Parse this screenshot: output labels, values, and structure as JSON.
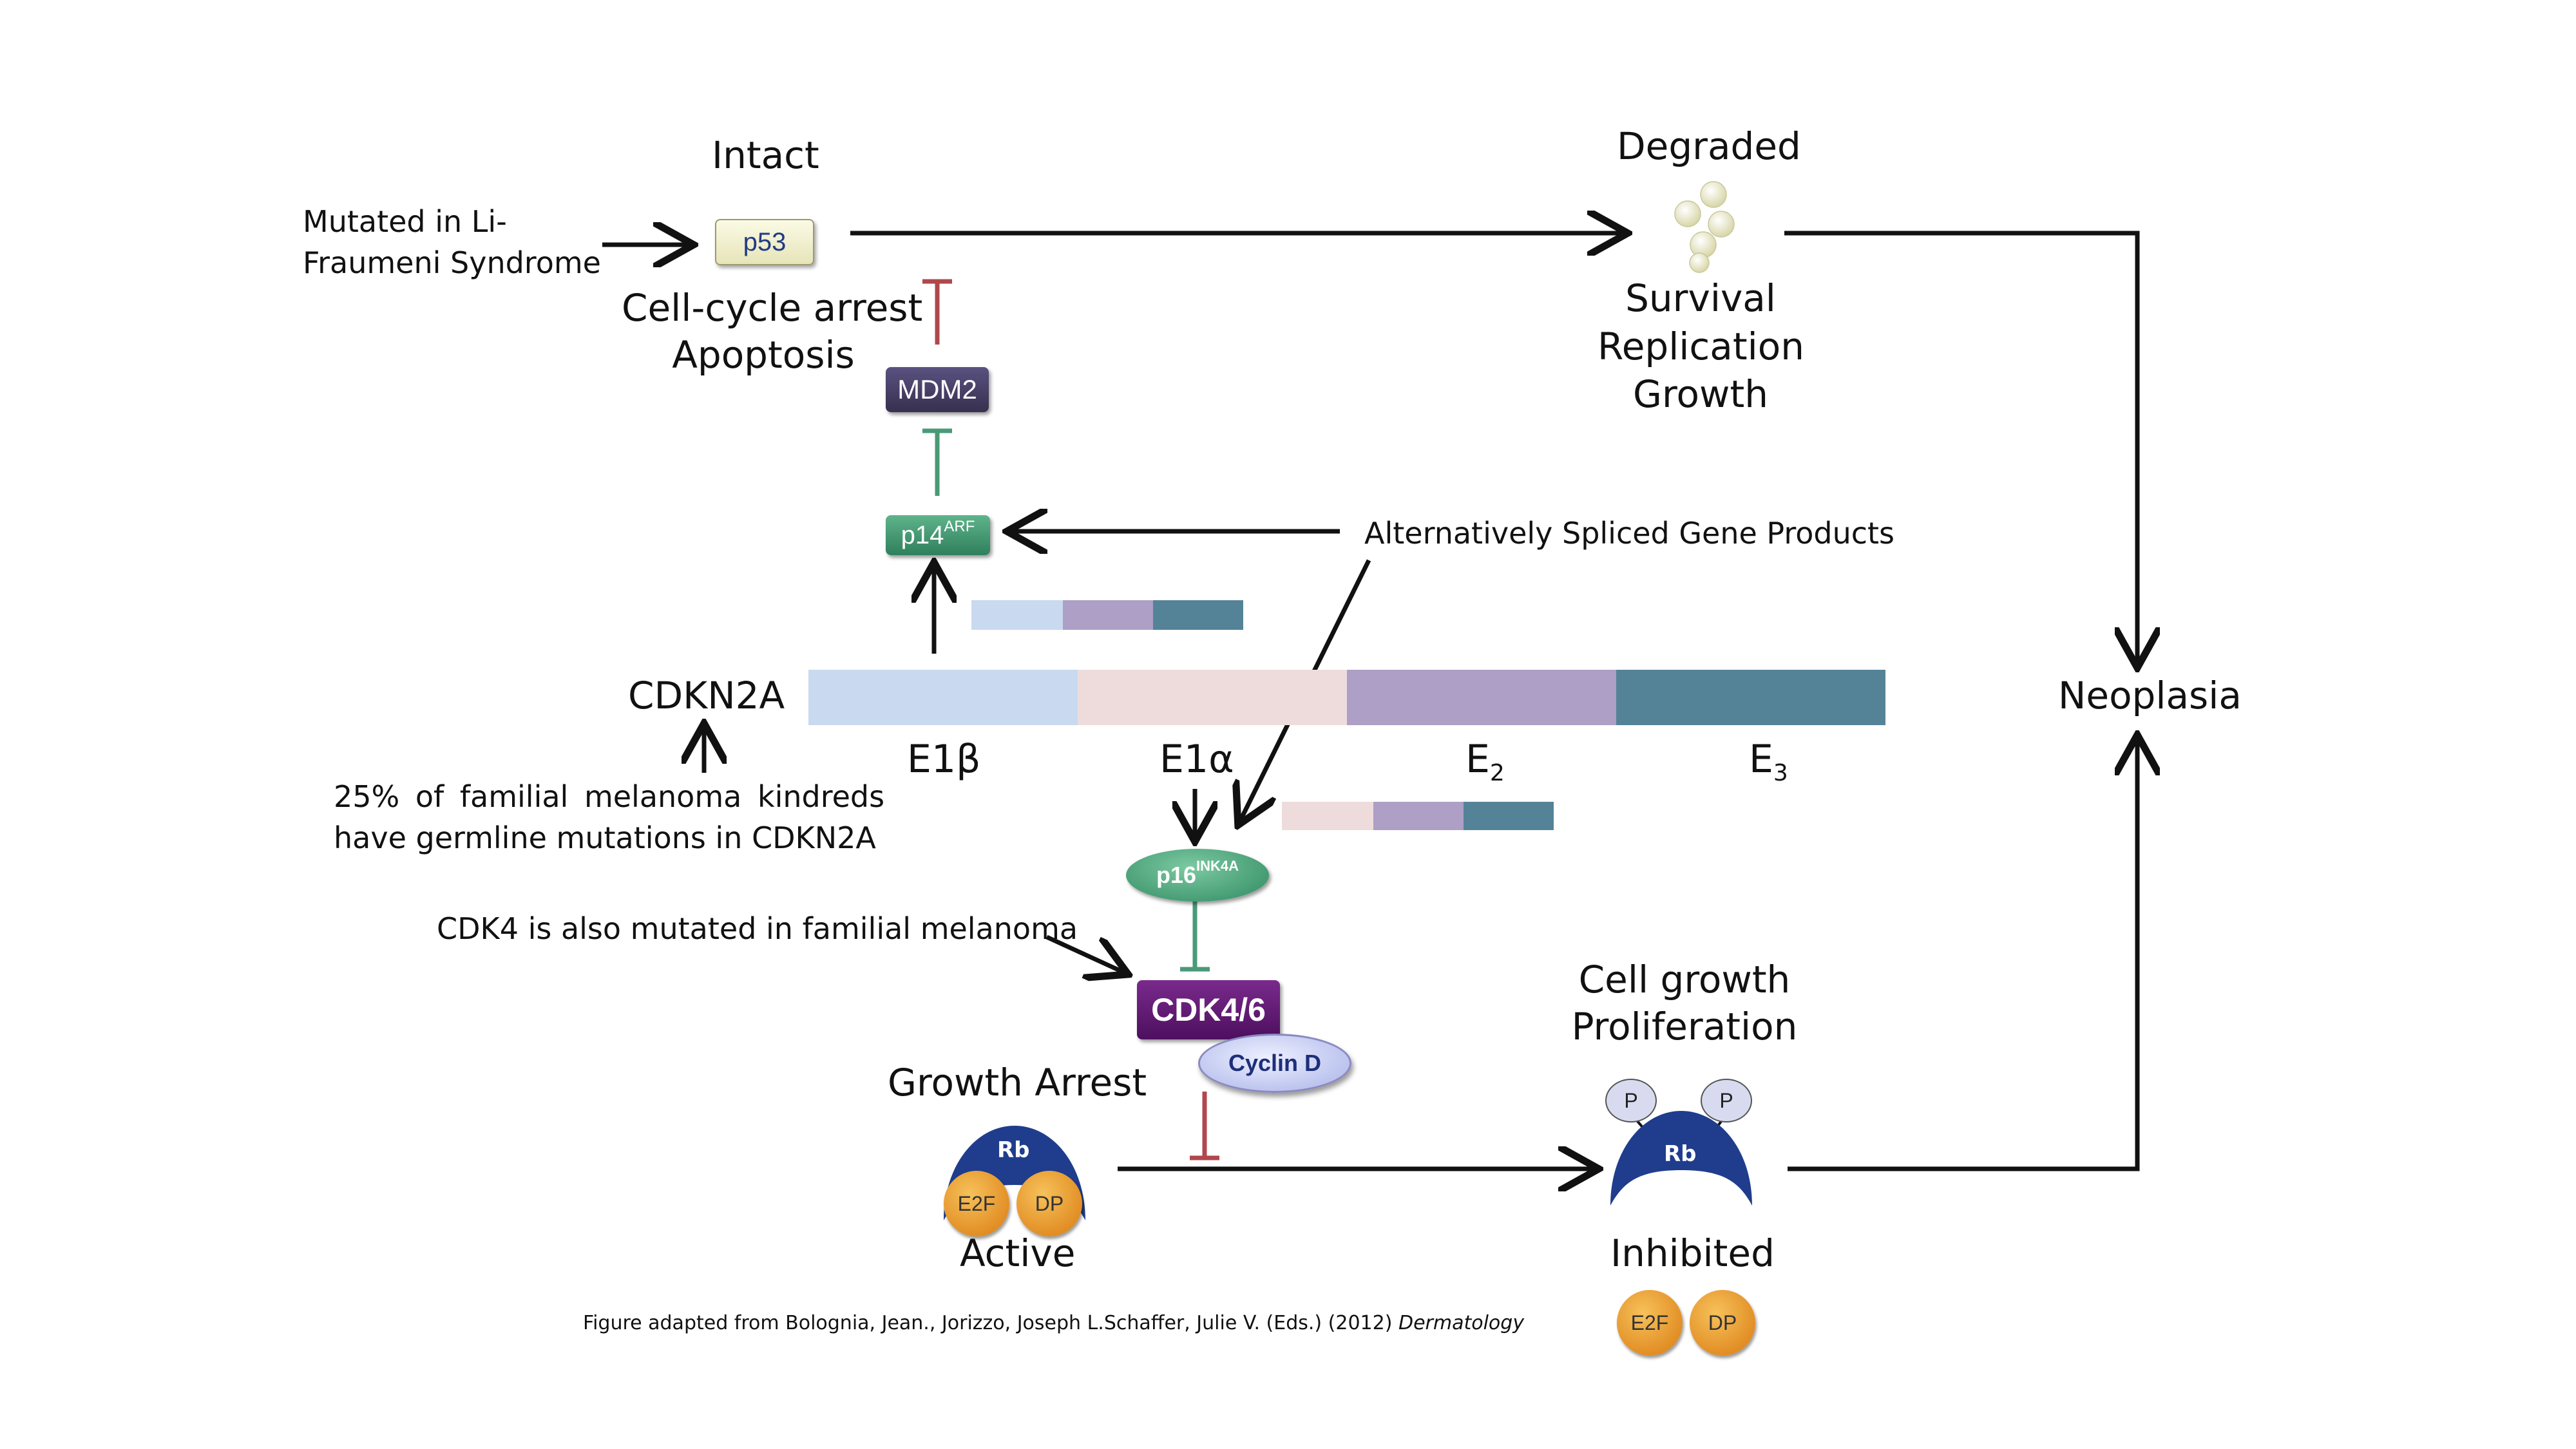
{
  "labels": {
    "intact": "Intact",
    "degraded": "Degraded",
    "mutated_li_fraumeni_l1": "Mutated in Li-",
    "mutated_li_fraumeni_l2": "Fraumeni Syndrome",
    "cell_cycle_arrest": "Cell-cycle arrest",
    "apoptosis": "Apoptosis",
    "survival": "Survival",
    "replication": "Replication",
    "growth": "Growth",
    "alt_spliced": "Alternatively Spliced Gene Products",
    "cdkn2a": "CDKN2A",
    "neoplasia": "Neoplasia",
    "familial_l1": "25% of familial melanoma kindreds",
    "familial_l2": "have germline mutations in CDKN2A",
    "cdk4_mutated": "CDK4 is also mutated in familial melanoma",
    "growth_arrest": "Growth Arrest",
    "active": "Active",
    "cell_growth": "Cell growth",
    "proliferation": "Proliferation",
    "inhibited": "Inhibited",
    "citation": "Figure adapted from Bolognia, Jean., Jorizzo, Joseph L.Schaffer, Julie V. (Eds.) (2012)",
    "citation_title": "Dermatology"
  },
  "exons": {
    "e1b": "E1β",
    "e1a": "E1α",
    "e2_main": "E",
    "e2_sub": "2",
    "e3_main": "E",
    "e3_sub": "3"
  },
  "molecules": {
    "p53": "p53",
    "mdm2": "MDM2",
    "p14_main": "p14",
    "p14_sup": "ARF",
    "p16_main": "p16",
    "p16_sup": "INK4A",
    "cdk46": "CDK4/6",
    "cyclin_d": "Cyclin D",
    "rb": "Rb",
    "e2f": "E2F",
    "dp": "DP",
    "p": "P"
  },
  "colors": {
    "e1b": "#c9d9f0",
    "e1a": "#eedcdc",
    "e2": "#ad9fc5",
    "e3": "#548398",
    "inhibit_red": "#b0474c",
    "inhibit_green": "#4a9a78",
    "rb_blue": "#1f3d8c",
    "cdk_purple": "#5e1670",
    "mdm2_purple": "#463e63",
    "p14_green": "#3f9670",
    "orange": "#e8901f"
  }
}
